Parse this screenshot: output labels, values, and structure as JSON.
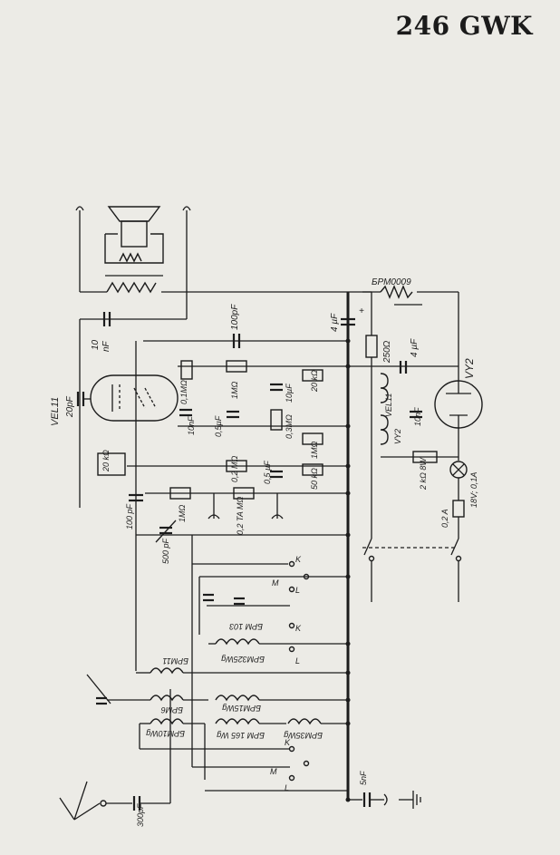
{
  "title": "246 GWK",
  "labels": {
    "vel11": "VEL11",
    "c20pf": "20pF",
    "c10nf_top": "10",
    "c10nf_top_unit": "nF",
    "c100pf_top": "100pF",
    "c4uf_a": "4 µF",
    "c4uf_b": "4 µF",
    "r250": "250Ω",
    "vy2_right": "VY2",
    "bpm0009": "БРМ0009",
    "r01m": "0,1MΩ",
    "r1m_a": "1MΩ",
    "c10uf": "10µF",
    "r20k_a": "20 kΩ",
    "c10nf_mid": "10nF",
    "c05uf_a": "0,5µF",
    "r03m": "0,3MΩ",
    "r1m_b": "1MΩ",
    "r20k_b": "20 kΩ",
    "r02m_a": "0,2 MΩ",
    "c05uf_b": "0,5 µF",
    "r50k": "50 kΩ",
    "vel11_b": "VEL11",
    "c10nf_b": "10nF",
    "vy2_b": "VY2",
    "r2k": "2 kΩ 8W",
    "lamp": "18V; 0,1A",
    "fuse": "0,2 A",
    "c100pf_l": "100 pF",
    "r1m_c": "1MΩ",
    "r02m_ta": "0,2 TA MΩ",
    "c500pf": "500 pF",
    "k1": "K",
    "m1": "M",
    "l1": "L",
    "bpm103": "БРМ 103",
    "k2": "K",
    "bpm325": "БРМ325Wg",
    "l2": "L",
    "bpm11": "БРМ11",
    "bpm6": "БРМ6",
    "bpm15": "БРМ15Wg",
    "bpm10": "БРМ10Wg",
    "bpm165": "БРМ 165 Wg",
    "bpm35": "БРМ35Wg",
    "k3": "K",
    "m3": "M",
    "l3": "L",
    "c300pf": "300pF",
    "c5nf": "5nF"
  }
}
